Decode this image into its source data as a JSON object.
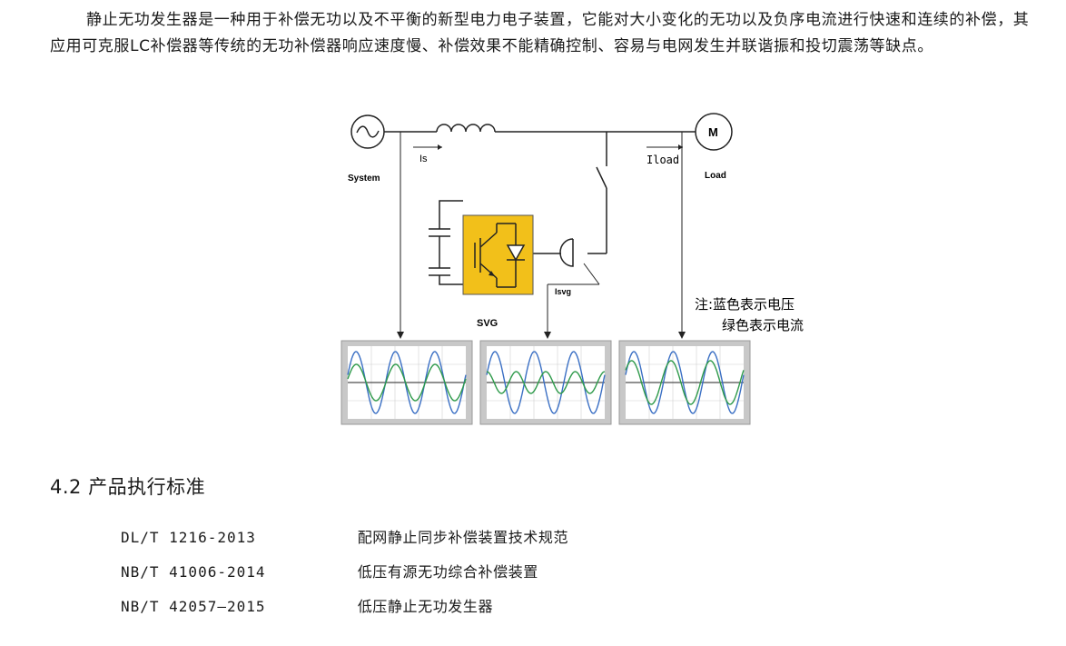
{
  "intro": {
    "text": "静止无功发生器是一种用于补偿无功以及不平衡的新型电力电子装置，它能对大小变化的无功以及负序电流进行快速和连续的补偿，其应用可克服LC补偿器等传统的无功补偿器响应速度慢、补偿效果不能精确控制、容易与电网发生并联谐振和投切震荡等缺点。"
  },
  "diagram": {
    "labels": {
      "system": "System",
      "load": "Load",
      "motor": "M",
      "is": "Is",
      "iload": "Iload",
      "isvg": "Isvg",
      "svg": "SVG"
    },
    "note": {
      "line1": "注:蓝色表示电压",
      "line2": "绿色表示电流"
    },
    "colors": {
      "voltage": "#3a6fc4",
      "current": "#2e9a4a",
      "svg_box": "#f2c01a",
      "scope_bg": "#c8c8c8"
    }
  },
  "section": {
    "heading": "4.2 产品执行标准"
  },
  "standards": [
    {
      "code": "DL/T 1216-2013",
      "title": "配网静止同步补偿装置技术规范"
    },
    {
      "code": "NB/T 41006-2014",
      "title": "低压有源无功综合补偿装置"
    },
    {
      "code": "NB/T 42057—2015",
      "title": "低压静止无功发生器"
    }
  ]
}
